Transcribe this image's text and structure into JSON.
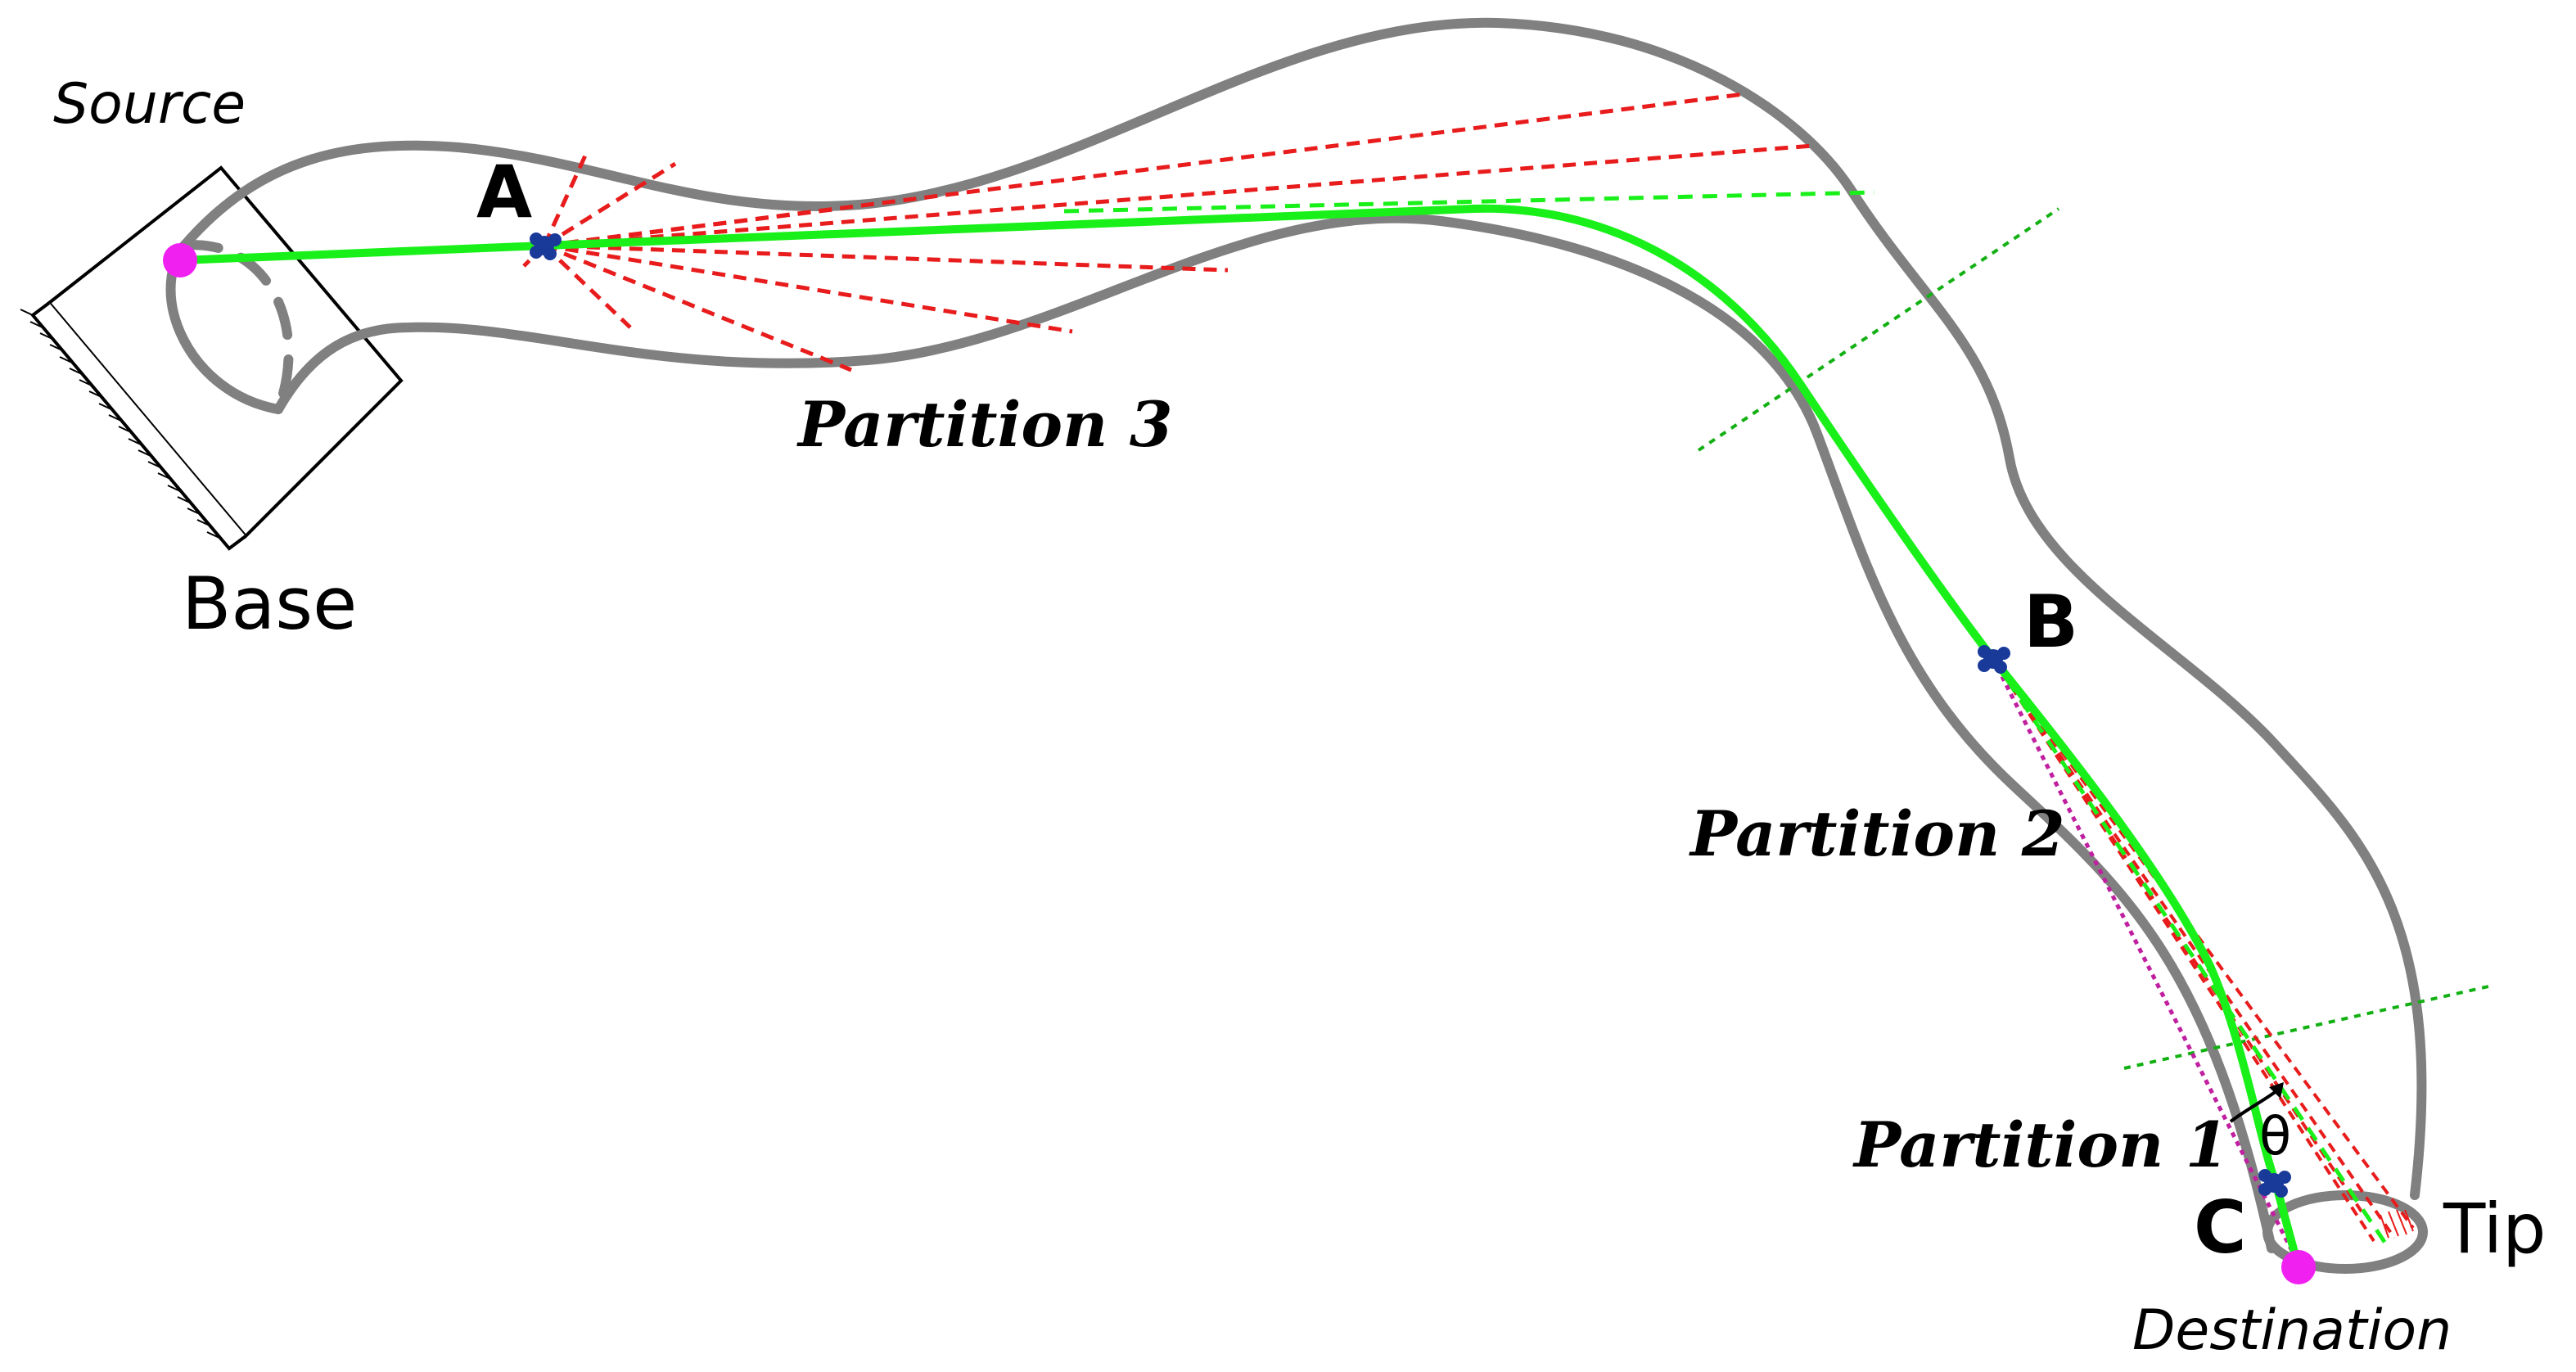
{
  "labels": {
    "source": "Source",
    "base": "Base",
    "destination": "Destination",
    "tip": "Tip",
    "point_a": "A",
    "point_b": "B",
    "point_c": "C",
    "partition_1": "Partition 1",
    "partition_2": "Partition 2",
    "partition_3": "Partition 3",
    "angle": "θ"
  },
  "colors": {
    "tube_outline": "#808080",
    "path_green": "#19f019",
    "ray_red": "#e81c1c",
    "divider_green": "#12b012",
    "chord_magenta": "#c020a0",
    "endpoint_magenta": "#f020f0",
    "node_blue": "#1a3a9a",
    "base_black": "#000000"
  }
}
